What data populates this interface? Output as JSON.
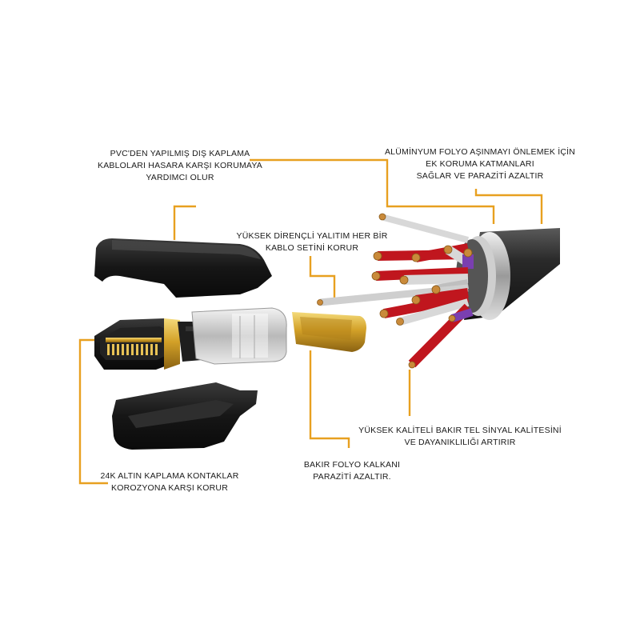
{
  "colors": {
    "leader": "#e8a020",
    "plastic": "#1c1c1c",
    "gold": "#d4a82a",
    "copper": "#c98a3a",
    "red_wire": "#c0161e",
    "purple_wire": "#7a3fb0",
    "grey_wire": "#d8d8d8",
    "jacket": "#2a2a2a"
  },
  "callouts": {
    "pvc_jacket": [
      "PVC'DEN YAPILMIŞ DIŞ KAPLAMA",
      "KABLOLARI HASARA KARŞI KORUMAYA",
      "YARDIMCI OLUR"
    ],
    "aluminum_foil": [
      "ALÜMİNYUM FOLYO AŞINMAYI ÖNLEMEK İÇİN",
      "EK KORUMA KATMANLARI",
      "SAĞLAR VE PARAZİTİ AZALTIR"
    ],
    "insulation": [
      "YÜKSEK DİRENÇLİ YALITIM HER BİR",
      "KABLO SETİNİ KORUR"
    ],
    "copper_wire": [
      "YÜKSEK KALİTELİ BAKIR TEL SİNYAL KALİTESİNİ",
      "VE DAYANIKLILIĞI ARTIRIR"
    ],
    "copper_foil": [
      "BAKIR FOLYO KALKANI",
      "PARAZİTİ AZALTIR."
    ],
    "gold_contacts": [
      "24K ALTIN KAPLAMA KONTAKLAR",
      "KOROZYONA KARŞI KORUR"
    ]
  }
}
